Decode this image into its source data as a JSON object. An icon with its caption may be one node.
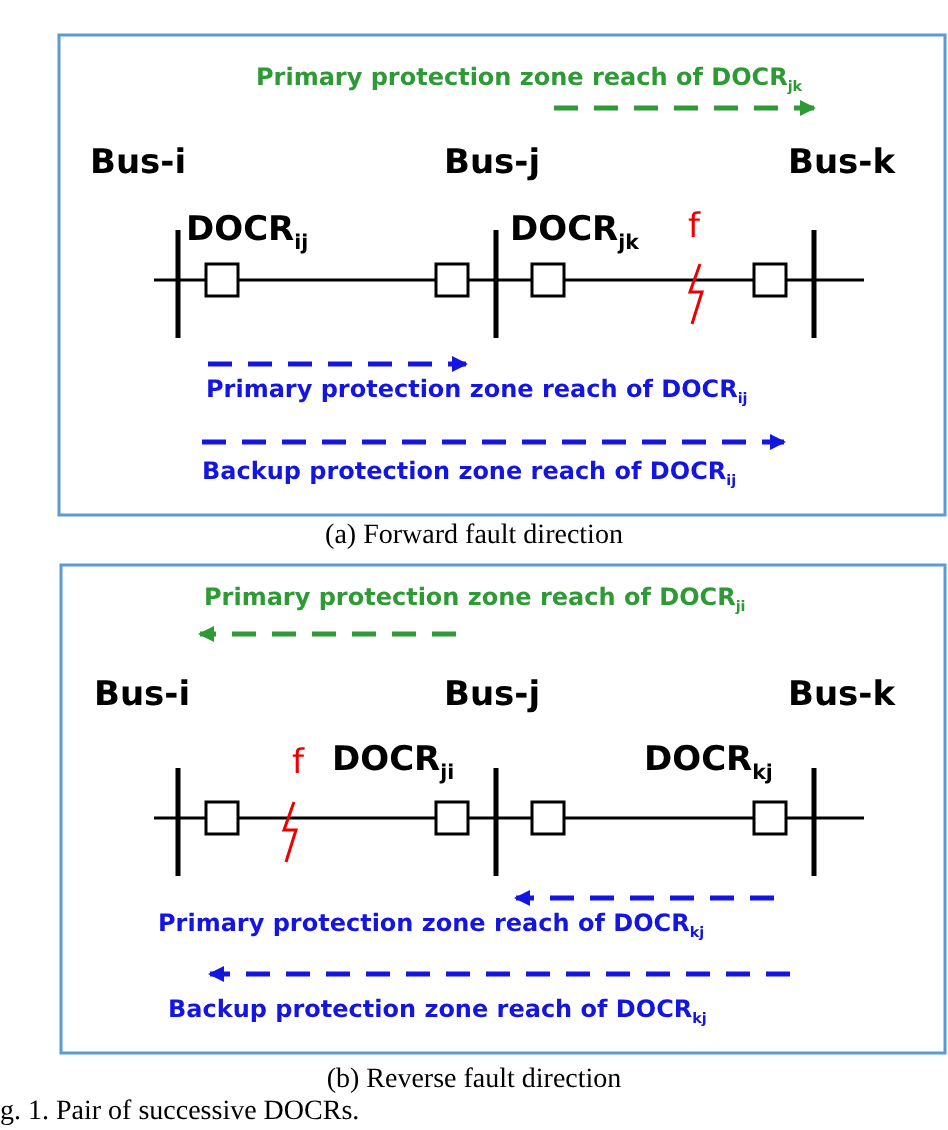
{
  "diagram": {
    "caption": "g. 1. Pair of successive DOCRs.",
    "labels": [
      "Primary protection zone reach of DOCR$_{jk}$",
      "Bus-i",
      "Bus-j",
      "Bus-k",
      "DOCR$_{ij}$",
      "DOCR$_{jk}$",
      "f",
      "Primary protection zone reach of DOCR$_{ij}$",
      "Backup protection zone reach of DOCR$_{ij}$",
      "(a) Forward fault direction",
      "Primary protection zone reach of DOCR$_{ji}$",
      "Bus-i",
      "Bus-j",
      "Bus-k",
      "f",
      "DOCR$_{ji}$",
      "DOCR$_{kj}$",
      "Primary protection zone reach of DOCR$_{kj}$",
      "Backup protection zone reach of DOCR$_{kj}$",
      "(b) Reverse fault direction"
    ]
  }
}
